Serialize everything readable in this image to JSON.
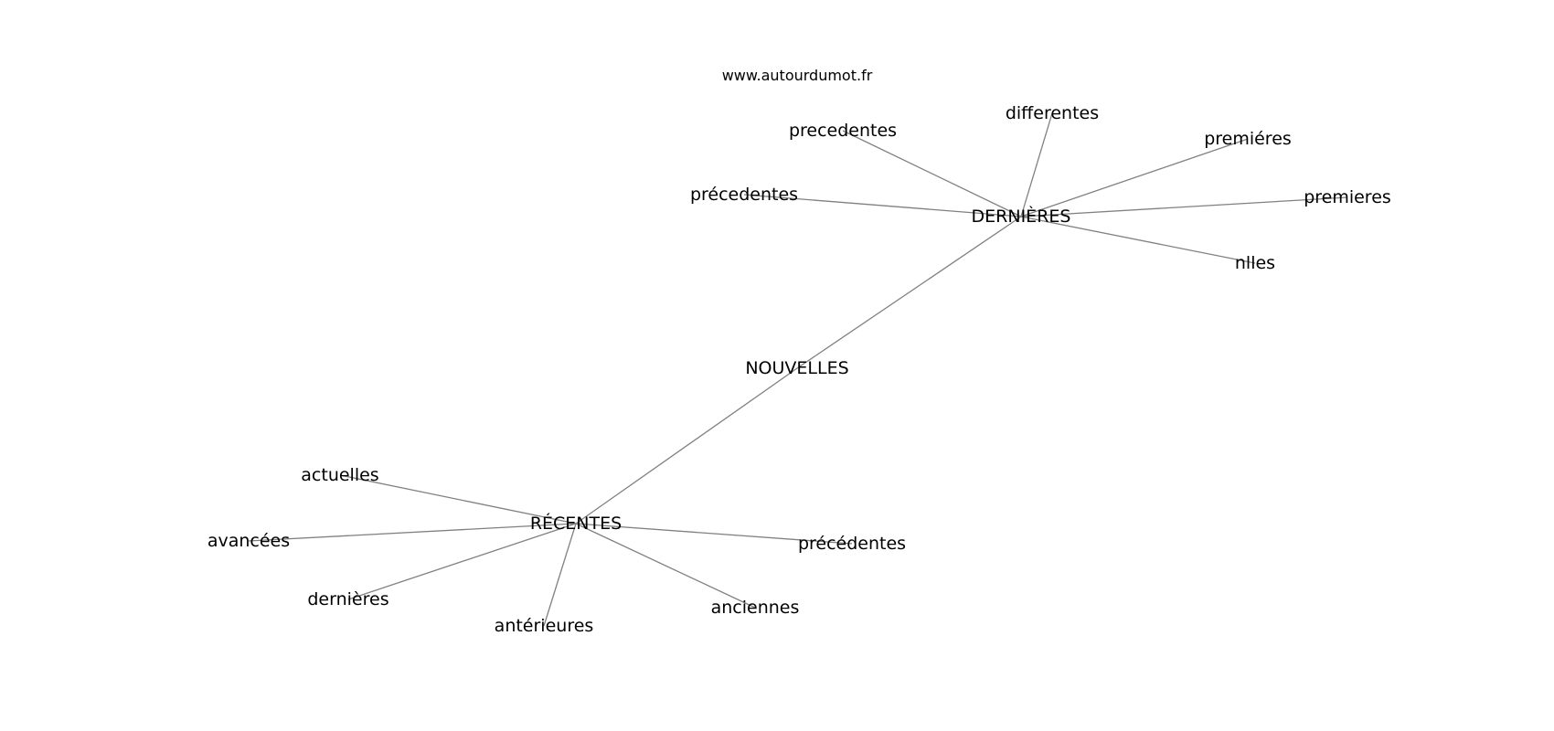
{
  "watermark": "www.autourdumot.fr",
  "graph": {
    "center": "NOUVELLES",
    "groups": [
      {
        "hub": "DERNIÈRES",
        "words": [
          "precedentes",
          "differentes",
          "premiéres",
          "précedentes",
          "premieres",
          "nlles"
        ]
      },
      {
        "hub": "RÉCENTES",
        "words": [
          "actuelles",
          "avancées",
          "précédentes",
          "dernières",
          "anciennes",
          "antérieures"
        ]
      }
    ]
  }
}
